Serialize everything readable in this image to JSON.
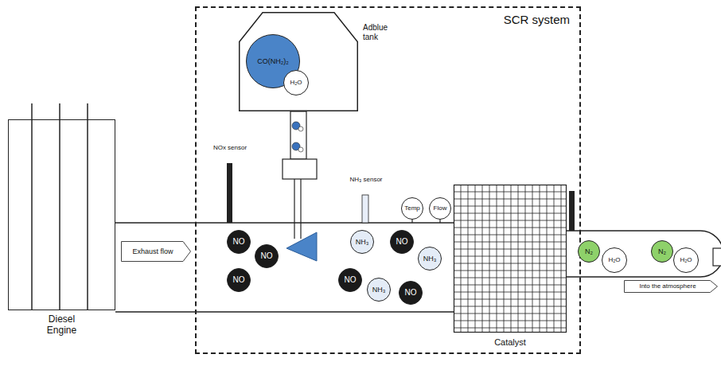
{
  "diagram": {
    "nodes": [
      {
        "text": [
          "Diesel Engine"
        ]
      },
      {
        "text": [
          "Exhaust flow"
        ]
      },
      {
        "text": [
          "SCR system"
        ]
      },
      {
        "text": [
          "Adblue tank"
        ],
        "in": 2
      },
      {
        "text": [
          "CO(NH₂)₂"
        ],
        "in": 3
      },
      {
        "text": [
          "H₂O"
        ],
        "in": 3
      },
      {
        "text": [
          "NO"
        ],
        "in": 2
      },
      {
        "text": [
          "NO"
        ],
        "in": 2
      },
      {
        "text": [
          "NO"
        ],
        "in": 2
      },
      {
        "text": [
          "NH₃"
        ],
        "in": 2
      },
      {
        "text": [
          "NO"
        ],
        "in": 2
      },
      {
        "text": [
          "NH₃"
        ],
        "in": 2
      },
      {
        "text": [
          "NO"
        ],
        "in": 2
      },
      {
        "text": [
          "NH₃"
        ],
        "in": 2
      },
      {
        "text": [
          "NO"
        ],
        "in": 2
      },
      {
        "text": [
          "Temp"
        ],
        "in": 2
      },
      {
        "text": [
          "Flow"
        ],
        "in": 2
      },
      {
        "text": [
          "Catalyst"
        ],
        "in": 2
      },
      {
        "text": [
          "N₂"
        ]
      },
      {
        "text": [
          "H₂O"
        ]
      },
      {
        "text": [
          "N₂"
        ]
      },
      {
        "text": [
          "H₂O"
        ]
      },
      {
        "text": [
          "Into the atmosphere"
        ]
      }
    ],
    "labels": [
      "NOx sensor",
      "NH₃ sensor"
    ]
  }
}
